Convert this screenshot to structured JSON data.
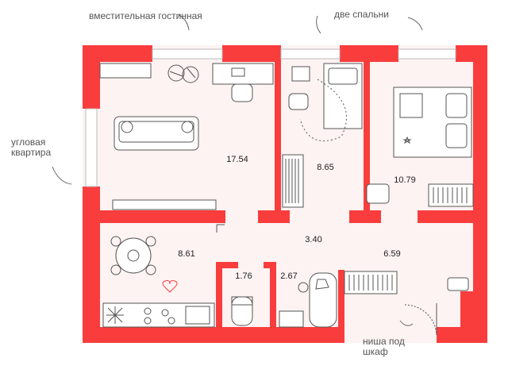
{
  "annotations": {
    "living_room": "вместительная гостинная",
    "two_bedrooms": "две спальни",
    "corner": "угловая квартира",
    "niche": "ниша под шкаф"
  },
  "rooms": [
    {
      "id": "living-room",
      "area": "17.54"
    },
    {
      "id": "bedroom-small",
      "area": "8.65"
    },
    {
      "id": "bedroom-large",
      "area": "10.79"
    },
    {
      "id": "kitchen",
      "area": "8.61"
    },
    {
      "id": "hallway",
      "area": "3.40"
    },
    {
      "id": "corridor-right",
      "area": "6.59"
    },
    {
      "id": "toilet",
      "area": "1.76"
    },
    {
      "id": "bathroom",
      "area": "2.67"
    }
  ],
  "colors": {
    "wall": "#f93d3d",
    "floor": "#fdf3f2",
    "furniture": "#555555"
  }
}
